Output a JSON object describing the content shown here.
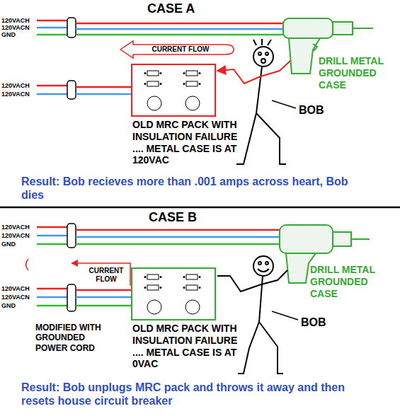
{
  "diagram": {
    "nodes": [
      {
        "text": [
          "OLD MRC PACK WITH INSULATION FAILURE .... METAL CASE IS AT 120VAC"
        ]
      },
      {
        "text": [
          "DRILL METAL GROUNDED CASE"
        ]
      },
      {
        "text": [
          "OLD MRC PACK WITH INSULATION FAILURE .... METAL CASE IS AT 0VAC"
        ]
      },
      {
        "text": [
          "DRILL METAL GROUNDED CASE"
        ]
      }
    ],
    "labels": [
      "CASE A",
      "120VACH",
      "120VACN",
      "GND",
      "CURRENT FLOW",
      "120VACH",
      "120VACN",
      "BOB",
      "Result: Bob recieves more than .001 amps across heart, Bob dies",
      "CASE B",
      "120VACH",
      "120VACN",
      "GND",
      "CURRENT FLOW",
      "120VACH",
      "120VACN",
      "GND",
      "MODIFIED WITH GROUNDED POWER CORD",
      "BOB",
      "Result: Bob unplugs MRC pack and throws it away and then resets house circuit breaker"
    ]
  }
}
